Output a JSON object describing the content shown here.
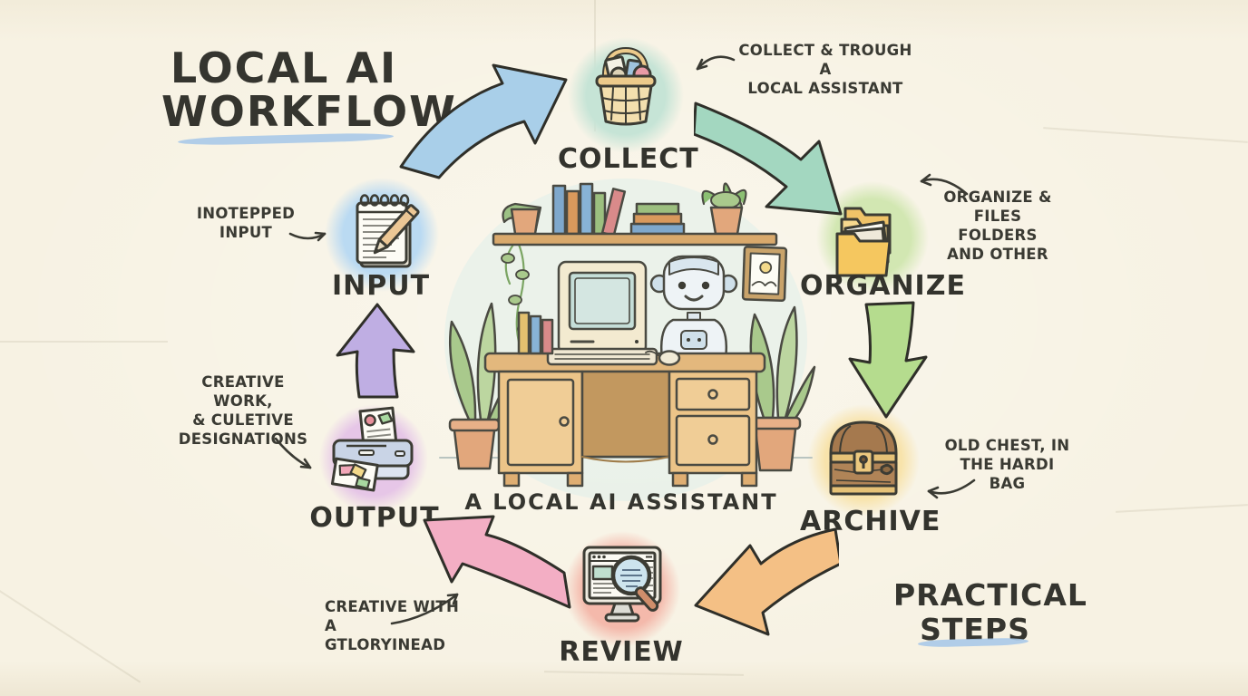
{
  "title": {
    "line1": "LOCAL AI",
    "line2": "WORKFLOW"
  },
  "footer_title": {
    "line1": "PRACTICAL",
    "line2": "STEPS"
  },
  "center_caption": "A LOCAL AI ASSISTANT",
  "steps": {
    "collect": {
      "label": "COLLECT",
      "icon": "basket-icon"
    },
    "organize": {
      "label": "ORGANIZE",
      "icon": "folders-icon"
    },
    "archive": {
      "label": "ARCHIVE",
      "icon": "treasure-chest-icon"
    },
    "review": {
      "label": "REVIEW",
      "icon": "monitor-magnifier-icon"
    },
    "output": {
      "label": "OUTPUT",
      "icon": "printer-icon"
    },
    "input": {
      "label": "INPUT",
      "icon": "notepad-pencil-icon"
    }
  },
  "flow_order": [
    "INPUT",
    "COLLECT",
    "ORGANIZE",
    "ARCHIVE",
    "REVIEW",
    "OUTPUT"
  ],
  "annotations": {
    "collect": {
      "line1": "COLLECT & TROUGH A",
      "line2": "LOCAL ASSISTANT"
    },
    "organize": {
      "line1": "ORGANIZE &",
      "line2": "FILES FOLDERS",
      "line3": "AND OTHER"
    },
    "archive": {
      "line1": "OLD CHEST, IN",
      "line2": "THE HARDI BAG"
    },
    "output": {
      "line1": "CREATIVE WORK,",
      "line2": "& CULETIVE",
      "line3": "DESIGNATIONS"
    },
    "input": {
      "line1": "INOTEPPED",
      "line2": "INPUT"
    },
    "review": {
      "line1": "CREATIVE WITH",
      "line2": "A GTLORYINEAD"
    }
  },
  "colors": {
    "paper": "#f7f2e3",
    "ink": "#3a3a33",
    "underline_blue": "#a9c9e8",
    "collect_circle": "#c6e4d6",
    "organize_circle": "#d2e7b2",
    "archive_circle": "#f8e3ab",
    "review_circle": "#f4b9ab",
    "output_circle": "#e6c6e7",
    "input_circle": "#badaf2",
    "arrow_input_to_collect": "#a9cfe9",
    "arrow_collect_to_organize": "#a3d7c0",
    "arrow_organize_to_archive": "#b5dc8e",
    "arrow_archive_to_review": "#f4c085",
    "arrow_review_to_output": "#f3aec4",
    "arrow_output_to_input": "#bfaee3"
  }
}
